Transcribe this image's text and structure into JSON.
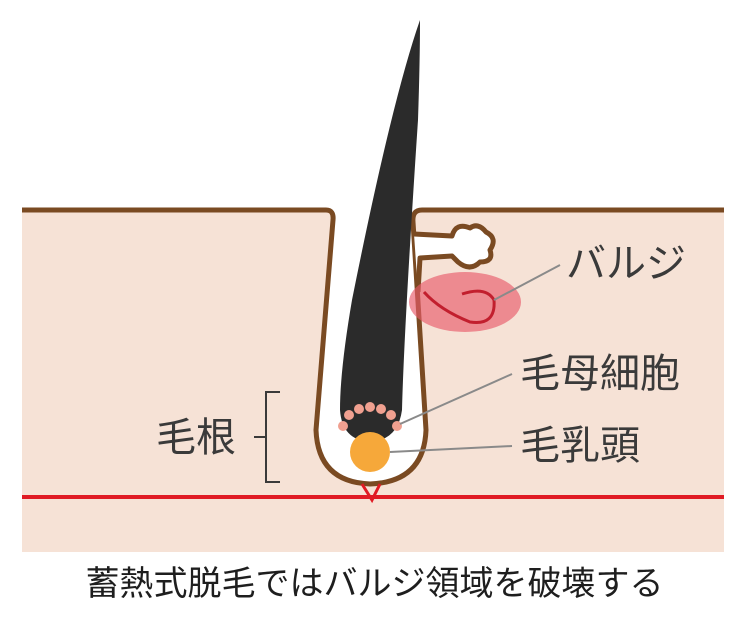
{
  "labels": {
    "bulge": "バルジ",
    "hair_matrix_cells": "毛母細胞",
    "dermal_papilla": "毛乳頭",
    "hair_root": "毛根"
  },
  "caption": "蓄熱式脱毛ではバルジ領域を破壊する",
  "colors": {
    "skin_fill": "#f6e2d6",
    "skin_outline": "#7a4a22",
    "hair": "#2b2b2b",
    "bulge_highlight": "#e85a6a",
    "matrix_cells": "#f0a090",
    "papilla": "#f6a83a",
    "boundary_line": "#e01b24",
    "leader_line": "#8a8a8a"
  }
}
